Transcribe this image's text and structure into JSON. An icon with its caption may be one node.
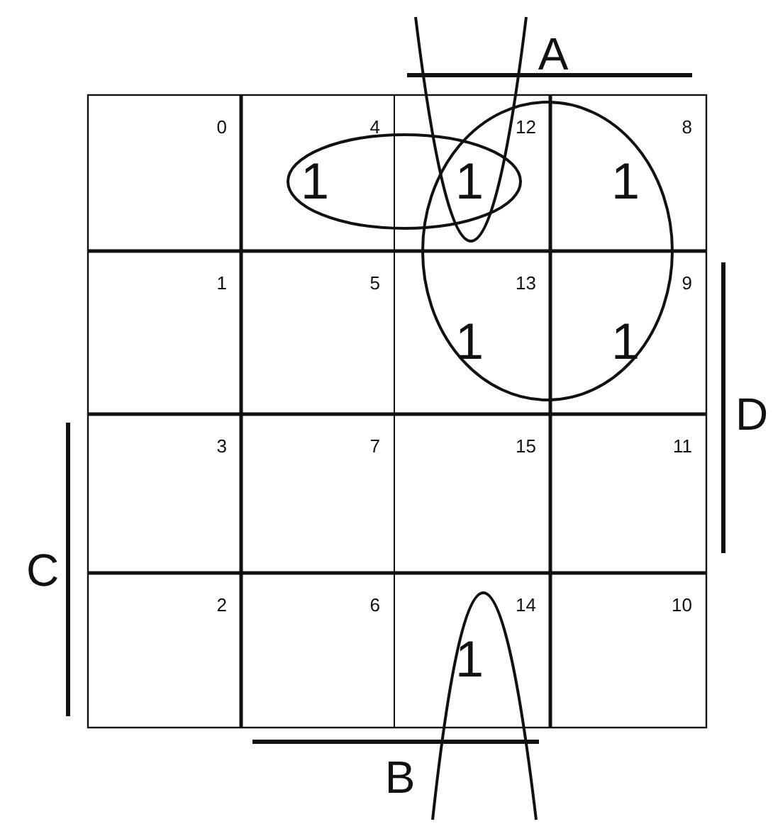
{
  "diagram": {
    "labels": [
      "A",
      "0",
      "4",
      "1",
      "12",
      "1",
      "8",
      "1",
      "1",
      "5",
      "13",
      "1",
      "9",
      "1",
      "3",
      "7",
      "15",
      "11",
      "2",
      "6",
      "14",
      "1",
      "10",
      "C",
      "D",
      "B"
    ]
  }
}
